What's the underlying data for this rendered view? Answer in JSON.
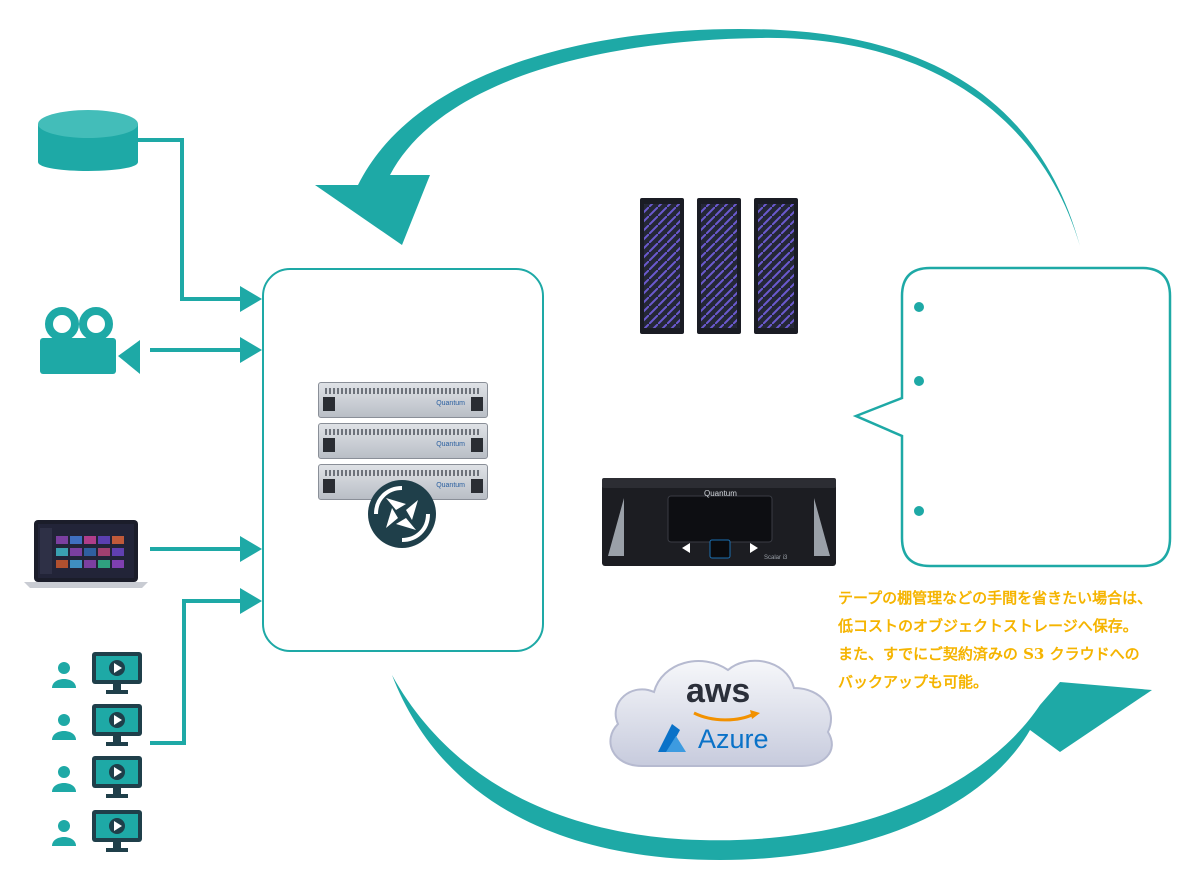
{
  "colors": {
    "teal": "#1ea9a6",
    "teal_dark": "#0f8f8c",
    "caption_yellow": "#f5b400",
    "navy": "#1f3f4a",
    "aws_orange": "#f29100",
    "azure_blue": "#0a72c8"
  },
  "sources": [
    {
      "name": "database",
      "icon": "database-icon"
    },
    {
      "name": "video-camera",
      "icon": "video-camera-icon"
    },
    {
      "name": "laptop",
      "icon": "laptop-icon"
    },
    {
      "name": "user-workstations",
      "icon": "user-monitor-icon",
      "count": 4
    }
  ],
  "center": {
    "brand_label": "Quantum",
    "server_count": 3
  },
  "storage": {
    "rack_count": 3,
    "tape_library_brand": "Quantum",
    "tape_library_model": "Scalar i3"
  },
  "cloud": {
    "aws_label": "aws",
    "azure_label": "Azure"
  },
  "callout": {
    "bullets": [
      "",
      "",
      ""
    ]
  },
  "caption": {
    "lines": [
      "テープの棚管理などの手間を省きたい場合は、",
      "低コストのオブジェクトストレージへ保存。",
      "また、すでにご契約済みの S3 クラウドへの",
      "バックアップも可能。"
    ]
  }
}
